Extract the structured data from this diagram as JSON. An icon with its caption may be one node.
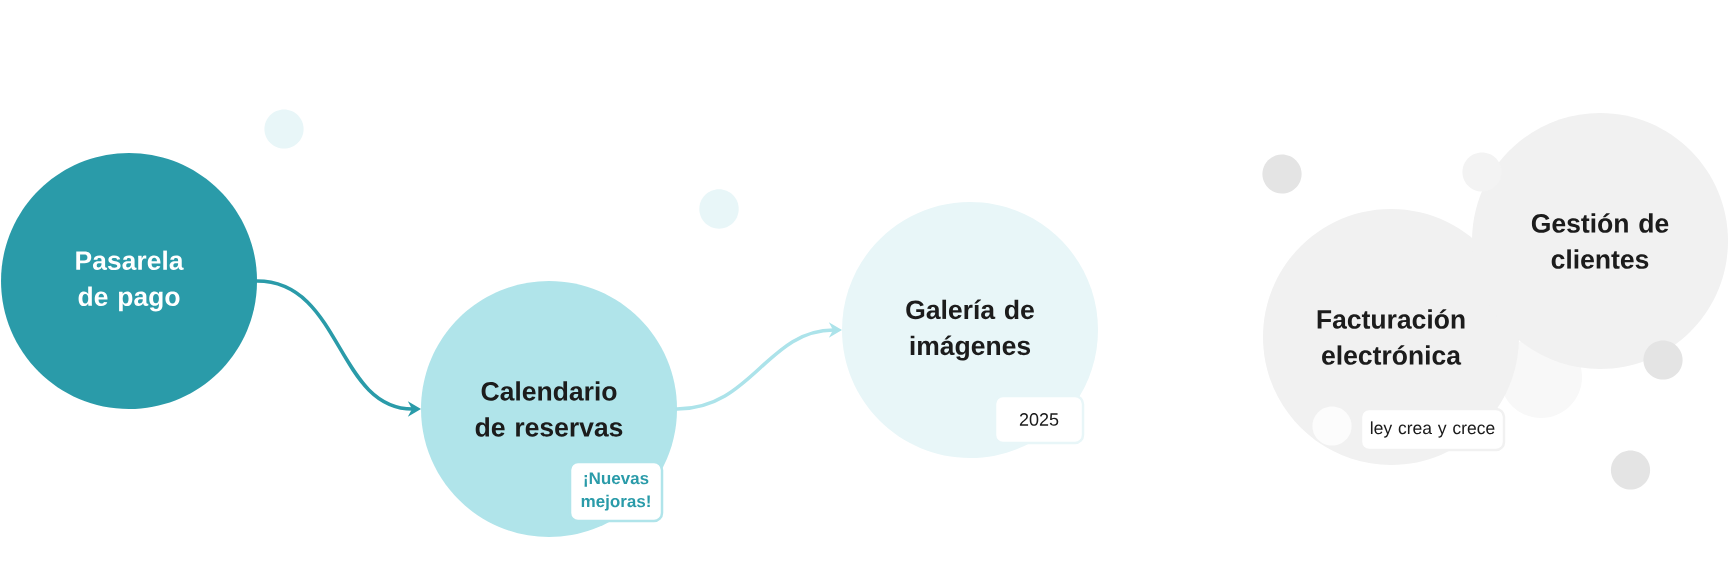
{
  "diagram": {
    "nodes": [
      {
        "text": [
          "Pasarela de pago"
        ]
      },
      {
        "text": [
          "Calendario de reservas"
        ]
      },
      {
        "text": [
          "¡Nuevas mejoras!"
        ],
        "in": 1
      },
      {
        "text": [
          "Galería de imágenes"
        ]
      },
      {
        "text": [
          "2025"
        ],
        "in": 3
      },
      {
        "text": [
          "Facturación electrónica"
        ]
      },
      {
        "text": [
          "ley crea y crece"
        ],
        "in": 5
      },
      {
        "text": [
          "Gestión de clientes"
        ]
      }
    ],
    "edges": [
      {
        "from": 0,
        "to": 1,
        "arrow": "to",
        "color": "#2a9ba9"
      },
      {
        "from": 1,
        "to": 3,
        "arrow": "to",
        "color": "#ace3ea"
      }
    ]
  }
}
